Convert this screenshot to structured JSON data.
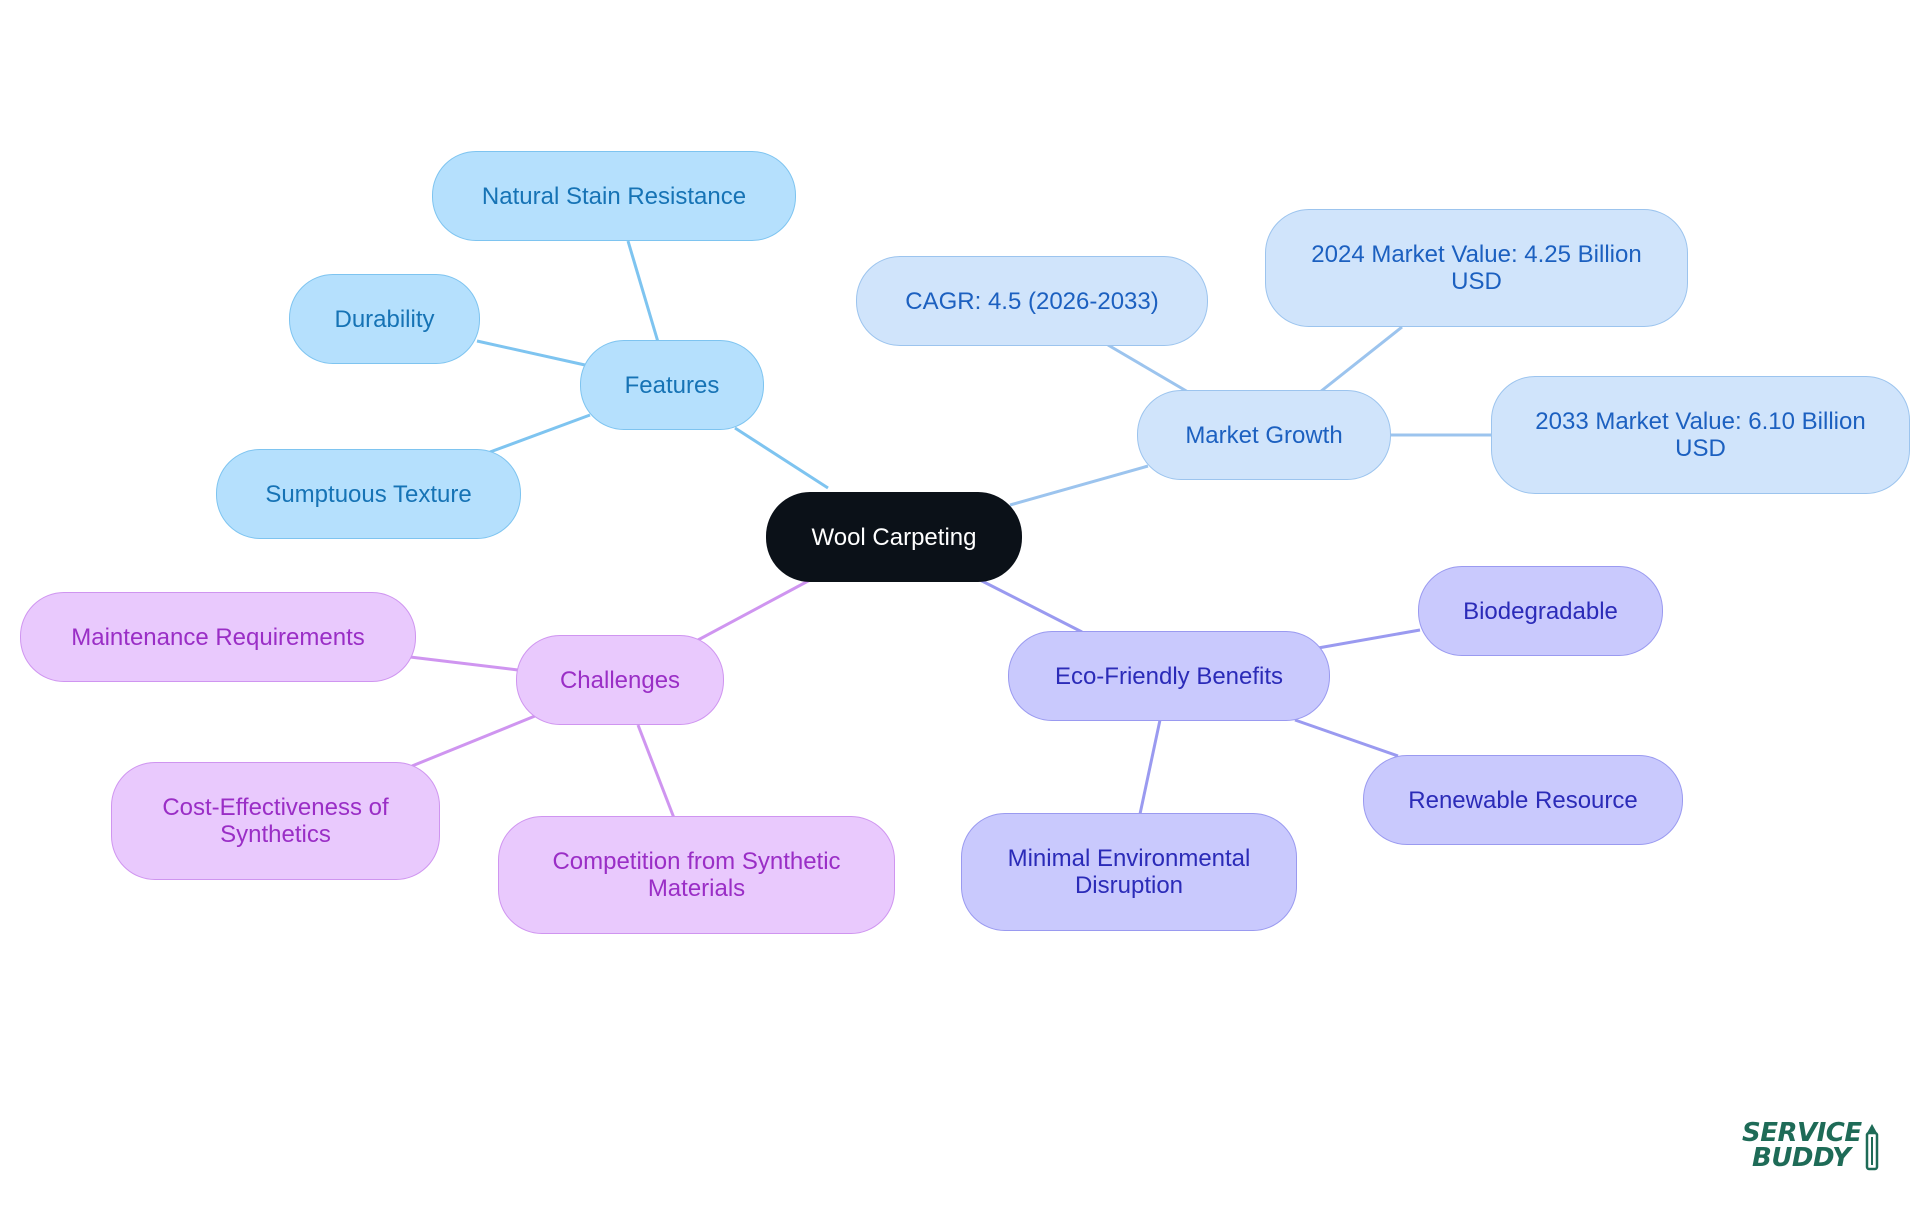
{
  "root": {
    "label": "Wool Carpeting"
  },
  "branches": {
    "features": {
      "label": "Features",
      "children": [
        "Natural Stain Resistance",
        "Durability",
        "Sumptuous Texture"
      ]
    },
    "market_growth": {
      "label": "Market Growth",
      "children": [
        "CAGR: 4.5 (2026-2033)",
        "2024 Market Value: 4.25 Billion USD",
        "2033 Market Value: 6.10 Billion USD"
      ]
    },
    "eco_friendly": {
      "label": "Eco-Friendly Benefits",
      "children": [
        "Biodegradable",
        "Renewable Resource",
        "Minimal Environmental Disruption"
      ]
    },
    "challenges": {
      "label": "Challenges",
      "children": [
        "Maintenance Requirements",
        "Cost-Effectiveness of Synthetics",
        "Competition from Synthetic Materials"
      ]
    }
  },
  "colors": {
    "root": "#0b1118",
    "features": "#b5e0fd",
    "market_growth": "#d0e4fb",
    "eco_friendly": "#c9c9fd",
    "challenges": "#e9c9fd"
  },
  "logo": {
    "line1": "SERVICE",
    "line2": "BUDDY"
  }
}
